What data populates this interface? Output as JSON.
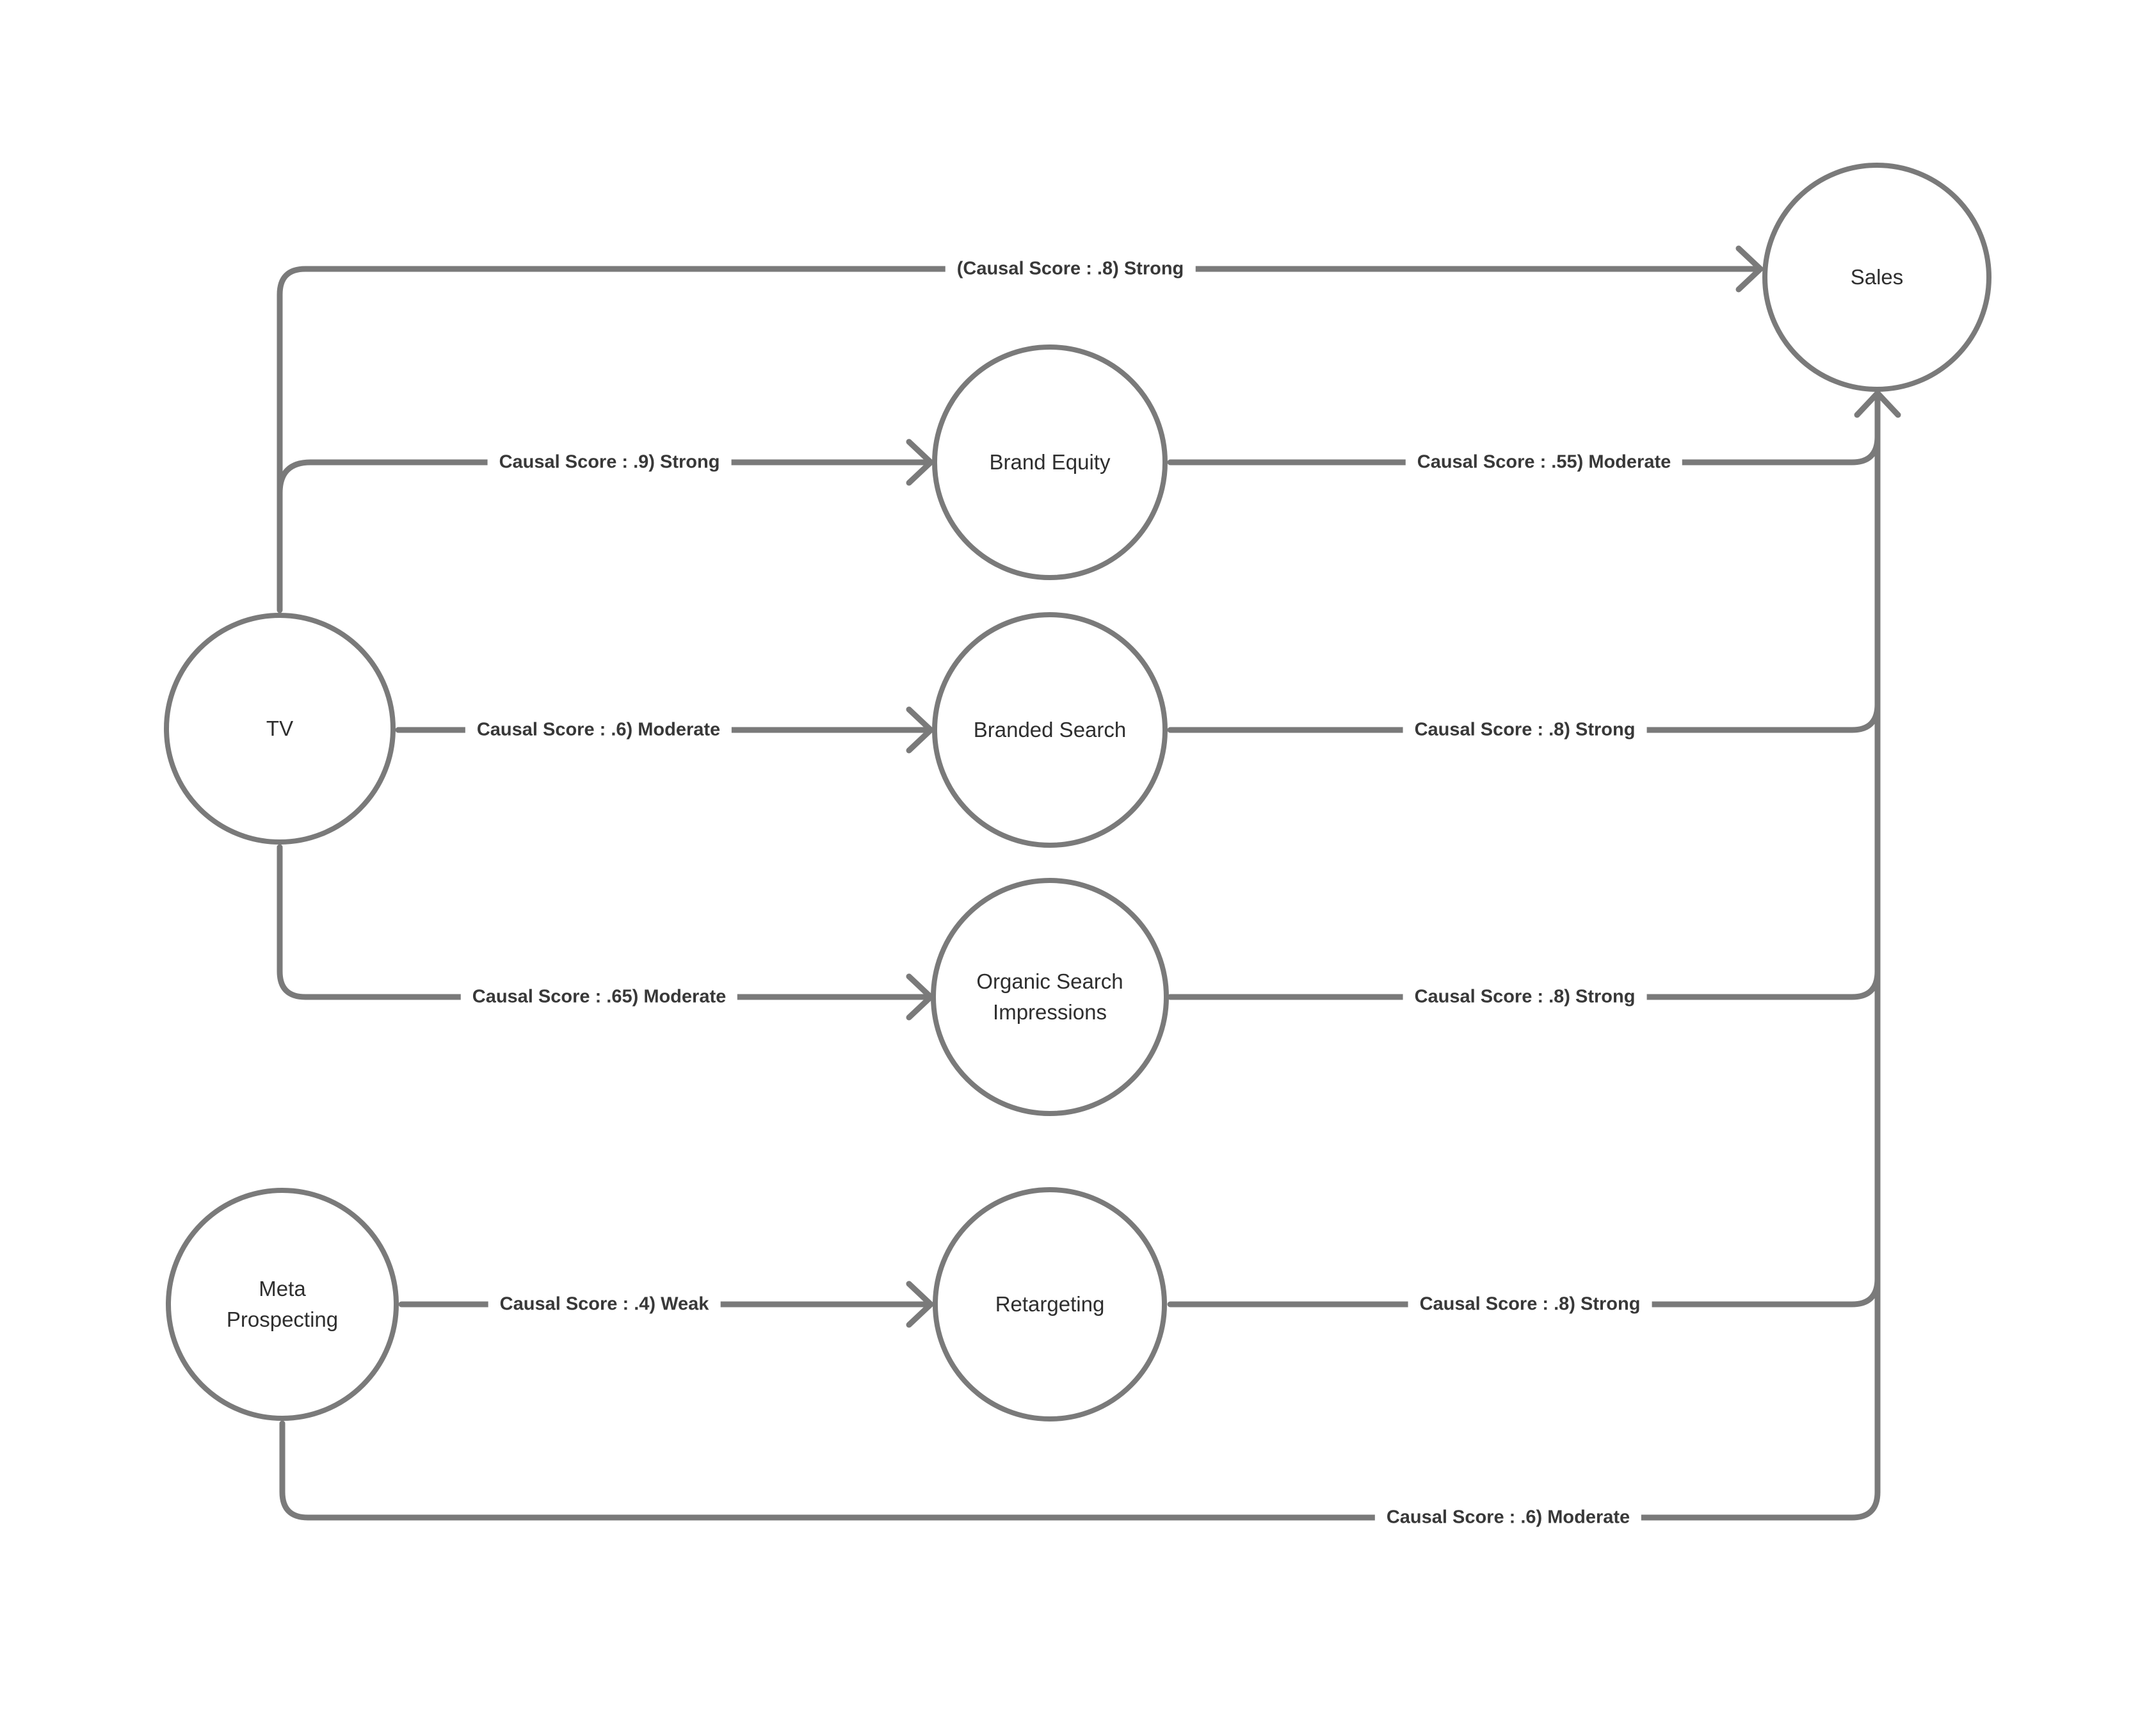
{
  "diagram": {
    "background_color": "#ffffff",
    "line_color": "#7a7a7a",
    "node_label_color": "#2e2e2e",
    "edge_label_color": "#383838",
    "nodes": [
      {
        "id": "tv",
        "label": "TV"
      },
      {
        "id": "meta-prospecting",
        "label": "Meta\nProspecting"
      },
      {
        "id": "brand-equity",
        "label": "Brand Equity"
      },
      {
        "id": "branded-search",
        "label": "Branded Search"
      },
      {
        "id": "organic-search-impressions",
        "label": "Organic Search\nImpressions"
      },
      {
        "id": "retargeting",
        "label": "Retargeting"
      },
      {
        "id": "sales",
        "label": "Sales"
      }
    ],
    "edges": [
      {
        "from": "tv",
        "to": "sales",
        "label": "(Causal Score : .8) Strong"
      },
      {
        "from": "tv",
        "to": "brand-equity",
        "label": "Causal Score : .9) Strong"
      },
      {
        "from": "brand-equity",
        "to": "sales",
        "label": "Causal Score : .55) Moderate"
      },
      {
        "from": "tv",
        "to": "branded-search",
        "label": "Causal Score : .6) Moderate"
      },
      {
        "from": "branded-search",
        "to": "sales",
        "label": "Causal Score : .8) Strong"
      },
      {
        "from": "tv",
        "to": "organic-search-impressions",
        "label": "Causal Score : .65) Moderate"
      },
      {
        "from": "organic-search-impressions",
        "to": "sales",
        "label": "Causal Score : .8) Strong"
      },
      {
        "from": "meta-prospecting",
        "to": "retargeting",
        "label": "Causal Score : .4) Weak"
      },
      {
        "from": "retargeting",
        "to": "sales",
        "label": "Causal Score : .8) Strong"
      },
      {
        "from": "meta-prospecting",
        "to": "sales",
        "label": "Causal Score : .6) Moderate"
      }
    ]
  }
}
